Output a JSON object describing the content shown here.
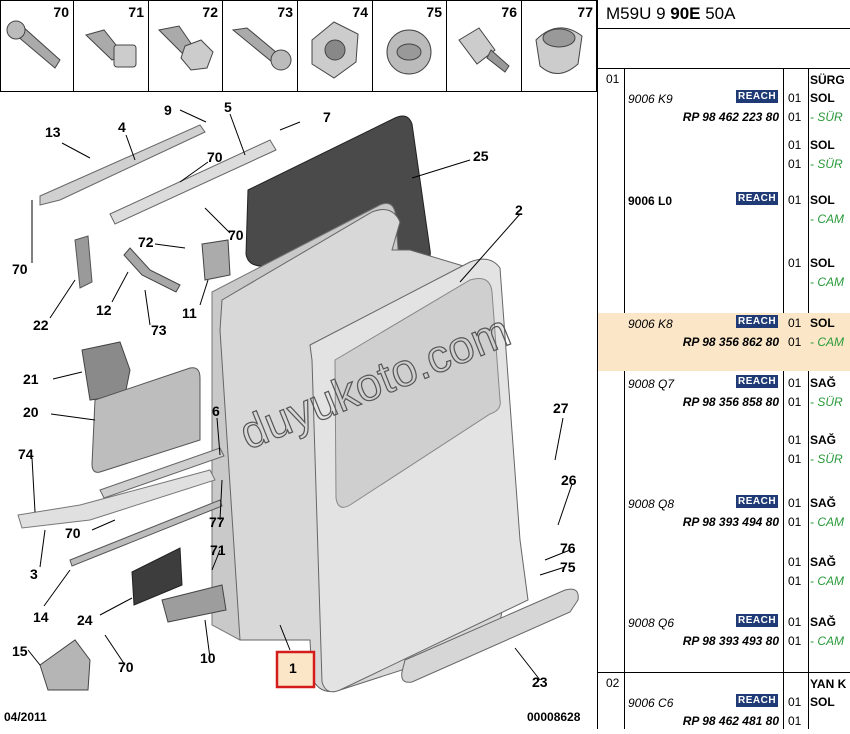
{
  "header": {
    "ref_prefix": "M59U 9 ",
    "ref_bold": "90E",
    "ref_suffix": " 50A"
  },
  "hardware_items": [
    "70",
    "71",
    "72",
    "73",
    "74",
    "75",
    "76",
    "77"
  ],
  "callouts": [
    "9",
    "5",
    "13",
    "4",
    "7",
    "70",
    "25",
    "2",
    "70",
    "70",
    "72",
    "22",
    "12",
    "11",
    "73",
    "21",
    "20",
    "6",
    "74",
    "70",
    "77",
    "27",
    "26",
    "3",
    "71",
    "14",
    "24",
    "76",
    "75",
    "15",
    "70",
    "10",
    "1",
    "23"
  ],
  "watermark": "duyukoto.com",
  "footer": {
    "date": "04/2011",
    "code": "00008628"
  },
  "parts_table": {
    "rows": [
      {
        "group": "01",
        "code": "",
        "reach": "",
        "partno": "",
        "lines": [
          {
            "qty": "",
            "text": "SÜRG",
            "sub": false
          }
        ]
      },
      {
        "group": "",
        "code": "9006 K9",
        "reach": "REACH",
        "partno": "RP 98 462 223 80",
        "lines": [
          {
            "qty": "01",
            "text": "SOL",
            "sub": false
          },
          {
            "qty": "01",
            "text": "- SÜR",
            "sub": true
          }
        ]
      },
      {
        "group": "",
        "code": "",
        "reach": "",
        "partno": "",
        "lines": [
          {
            "qty": "01",
            "text": "SOL",
            "sub": false
          },
          {
            "qty": "01",
            "text": "- SÜR",
            "sub": true
          }
        ]
      },
      {
        "group": "",
        "code": "9006 L0",
        "reach": "REACH",
        "partno": "",
        "lines": [
          {
            "qty": "01",
            "text": "SOL",
            "sub": false
          },
          {
            "qty": "",
            "text": "- CAM",
            "sub": true
          }
        ]
      },
      {
        "group": "",
        "code": "",
        "reach": "",
        "partno": "",
        "lines": [
          {
            "qty": "01",
            "text": "SOL",
            "sub": false
          },
          {
            "qty": "",
            "text": "- CAM",
            "sub": true
          }
        ]
      },
      {
        "group": "",
        "code": "9006 K8",
        "reach": "REACH",
        "partno": "RP 98 356 862 80",
        "lines": [
          {
            "qty": "01",
            "text": "SOL",
            "sub": false
          },
          {
            "qty": "01",
            "text": "- CAM",
            "sub": true
          }
        ]
      },
      {
        "group": "",
        "code": "9008 Q7",
        "reach": "REACH",
        "partno": "RP 98 356 858 80",
        "lines": [
          {
            "qty": "01",
            "text": "SAĞ",
            "sub": false
          },
          {
            "qty": "01",
            "text": "- SÜR",
            "sub": true
          }
        ]
      },
      {
        "group": "",
        "code": "",
        "reach": "",
        "partno": "",
        "lines": [
          {
            "qty": "01",
            "text": "SAĞ",
            "sub": false
          },
          {
            "qty": "01",
            "text": "- SÜR",
            "sub": true
          }
        ]
      },
      {
        "group": "",
        "code": "9008 Q8",
        "reach": "REACH",
        "partno": "RP 98 393 494 80",
        "lines": [
          {
            "qty": "01",
            "text": "SAĞ",
            "sub": false
          },
          {
            "qty": "01",
            "text": "- CAM",
            "sub": true
          }
        ]
      },
      {
        "group": "",
        "code": "",
        "reach": "",
        "partno": "",
        "lines": [
          {
            "qty": "01",
            "text": "SAĞ",
            "sub": false
          },
          {
            "qty": "01",
            "text": "- CAM",
            "sub": true
          }
        ]
      },
      {
        "group": "",
        "code": "9008 Q6",
        "reach": "REACH",
        "partno": "RP 98 393 493 80",
        "lines": [
          {
            "qty": "01",
            "text": "SAĞ",
            "sub": false
          },
          {
            "qty": "01",
            "text": "- CAM",
            "sub": true
          }
        ]
      },
      {
        "group": "02",
        "code": "",
        "reach": "",
        "partno": "",
        "lines": [
          {
            "qty": "",
            "text": "YAN K",
            "sub": false
          }
        ]
      },
      {
        "group": "",
        "code": "9006 C6",
        "reach": "REACH",
        "partno": "RP 98 462 481 80",
        "lines": [
          {
            "qty": "01",
            "text": "SOL",
            "sub": false
          },
          {
            "qty": "01",
            "text": "",
            "sub": false
          }
        ]
      }
    ]
  }
}
